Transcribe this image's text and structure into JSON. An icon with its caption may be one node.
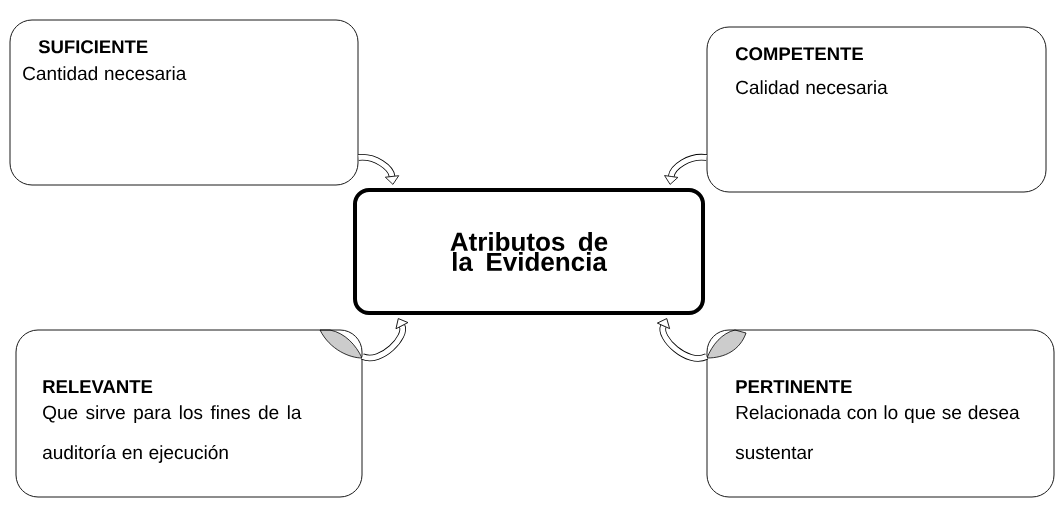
{
  "diagram": {
    "nodes": [
      {
        "text": [
          "SUFICIENTE",
          "Cantidad necesaria"
        ]
      },
      {
        "text": [
          "COMPETENTE",
          "Calidad necesaria"
        ]
      },
      {
        "text": [
          "Atributos de la Evidencia"
        ]
      },
      {
        "text": [
          "RELEVANTE",
          "Que sirve para los fines de la auditoría en ejecución"
        ]
      },
      {
        "text": [
          "PERTINENTE",
          "Relacionada con lo que se desea sustentar"
        ]
      }
    ],
    "edges": [
      {
        "from": 0,
        "to": 2,
        "arrow": "to"
      },
      {
        "from": 1,
        "to": 2,
        "arrow": "to"
      },
      {
        "from": 3,
        "to": 2,
        "arrow": "to"
      },
      {
        "from": 4,
        "to": 2,
        "arrow": "to"
      }
    ]
  }
}
